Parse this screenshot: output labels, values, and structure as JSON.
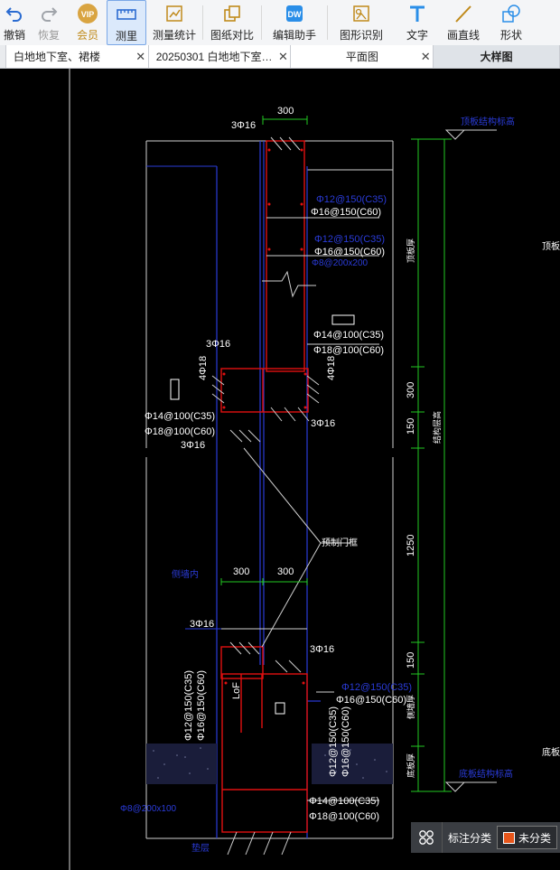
{
  "toolbar": {
    "undo": "撤销",
    "redo": "恢复",
    "vip": "会员",
    "measure": "测里",
    "measure_stats": "测量统计",
    "compare": "图纸对比",
    "edit_helper": "编辑助手",
    "shape_recog": "图形识别",
    "text": "文字",
    "line": "画直线",
    "shape": "形状"
  },
  "tabs": [
    {
      "label": "白地地下室、裙楼"
    },
    {
      "label": "20250301 白地地下室…"
    },
    {
      "label": "平面图"
    },
    {
      "label": "大样图"
    }
  ],
  "drawing": {
    "dim_top_300": "300",
    "rebar_3phi16_top": "3Φ16",
    "c35_phi12": "Φ12@150(C35)",
    "c60_phi16": "Φ16@150(C60)",
    "c35_phi12_b": "Φ12@150(C35)",
    "c60_phi16_b": "Φ16@150(C60)",
    "dist_note": "Φ8@200x200",
    "phi14_c35": "Φ14@100(C35)",
    "phi18_c60": "Φ18@100(C60)",
    "rebar_3phi16_left": "3Φ16",
    "rebar_4phi18_left": "4Φ18",
    "rebar_4phi18_right": "4Φ18",
    "phi14_c35_left": "Φ14@100(C35)",
    "phi18_c60_left": "Φ18@100(C60)",
    "rebar_3phi16_l2": "3Φ16",
    "rebar_3phi16_r2": "3Φ16",
    "dim_300": "300",
    "dim_150": "150",
    "dim_1250": "1250",
    "dim_150_b": "150",
    "dim_300_l": "300",
    "dim_300_r": "300",
    "label_wall": "预制门框",
    "label_left_mid": "侧墙内",
    "rebar_3phi16_b1": "3Φ16",
    "rebar_3phi16_b2": "3Φ16",
    "lof": "LoF",
    "c35_phi12_c": "Φ12@150(C35)",
    "c60_phi16_c": "Φ16@150(C60)",
    "v_c35": "Φ12@150(C35)",
    "v_c60": "Φ16@150(C60)",
    "v_c35_r": "Φ12@150(C35)",
    "v_c60_r": "Φ16@150(C60)",
    "phi14_c35_b": "Φ14@100(C35)",
    "phi18_c60_b": "Φ18@100(C60)",
    "dist_note_b": "Φ8@200x100",
    "bottom_left": "垫层",
    "top_right_label": "顶板结构标高",
    "bottom_right_label": "底板结构标高",
    "right_edge_1": "顶板结",
    "right_edge_2": "底板结",
    "vert_label_1": "顶板厚",
    "vert_label_2": "结构层高",
    "vert_label_3": "侧墙厚",
    "vert_label_4": "底板厚"
  },
  "legend": {
    "label": "标注分类",
    "item": "未分类",
    "item_color": "#e8561b"
  }
}
